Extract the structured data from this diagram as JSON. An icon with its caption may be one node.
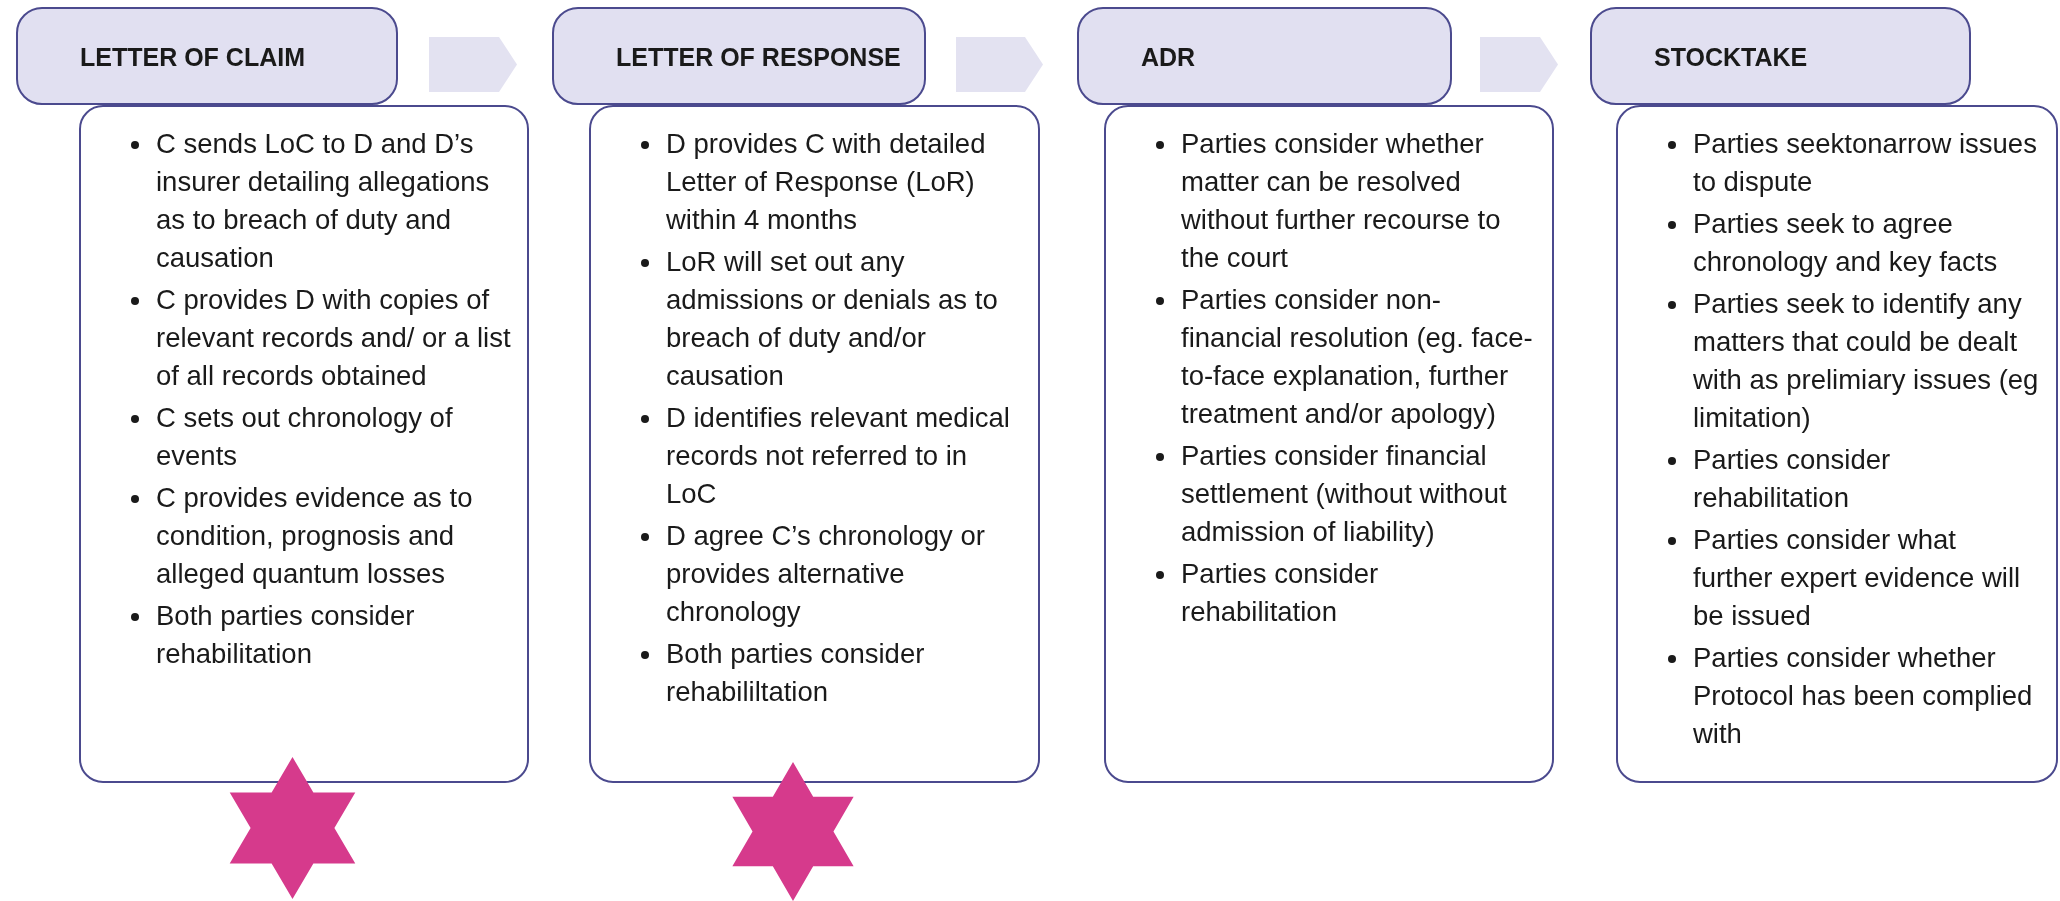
{
  "diagram": {
    "nodes": [
      {
        "text": [
          "LETTER OF CLAIM"
        ]
      },
      {
        "text": [
          "C sends LoC to D and D’s insurer detailing allegations as to breach of duty and causation",
          "C provides D with copies of relevant records and/ or a list of all records obtained",
          "C sets out chronology of events",
          "C provides evidence as to condition, prognosis and alleged quantum losses",
          "Both parties consider rehabilitation"
        ]
      },
      {
        "text": [
          "LETTER OF RESPONSE"
        ]
      },
      {
        "text": [
          "D provides C with detailed Letter of Response (LoR) within 4 months",
          "LoR will set out any admissions or denials as to breach of duty and/or causation",
          "D identifies relevant medical records not referred to in LoC",
          "D agree C’s chronology or provides alternative chronology",
          "Both parties consider rehabililtation"
        ]
      },
      {
        "text": [
          "ADR"
        ]
      },
      {
        "text": [
          "Parties consider whether matter can be resolved without further recourse to the court",
          "Parties consider non-financial resolution (eg. face-to-face explanation, further treatment and/or apology)",
          "Parties consider financial settlement (without without admission of liability)",
          "Parties consider rehabilitation"
        ]
      },
      {
        "text": [
          "STOCKTAKE"
        ]
      },
      {
        "text": [
          "Parties seektonarrow issues to dispute",
          "Parties seek to agree chronology and key facts",
          "Parties seek to identify any matters that could be dealt with as prelimiary issues (eg limitation)",
          "Parties consider rehabilitation",
          "Parties consider what further expert evidence will be issued",
          "Parties consider whether Protocol has been complied with"
        ]
      },
      {
        "text": [],
        "shape": "star"
      },
      {
        "text": [],
        "shape": "star"
      }
    ],
    "edges": [
      {
        "from": 0,
        "to": 2,
        "arrow": "to"
      },
      {
        "from": 2,
        "to": 4,
        "arrow": "to"
      },
      {
        "from": 4,
        "to": 6,
        "arrow": "to"
      }
    ]
  }
}
